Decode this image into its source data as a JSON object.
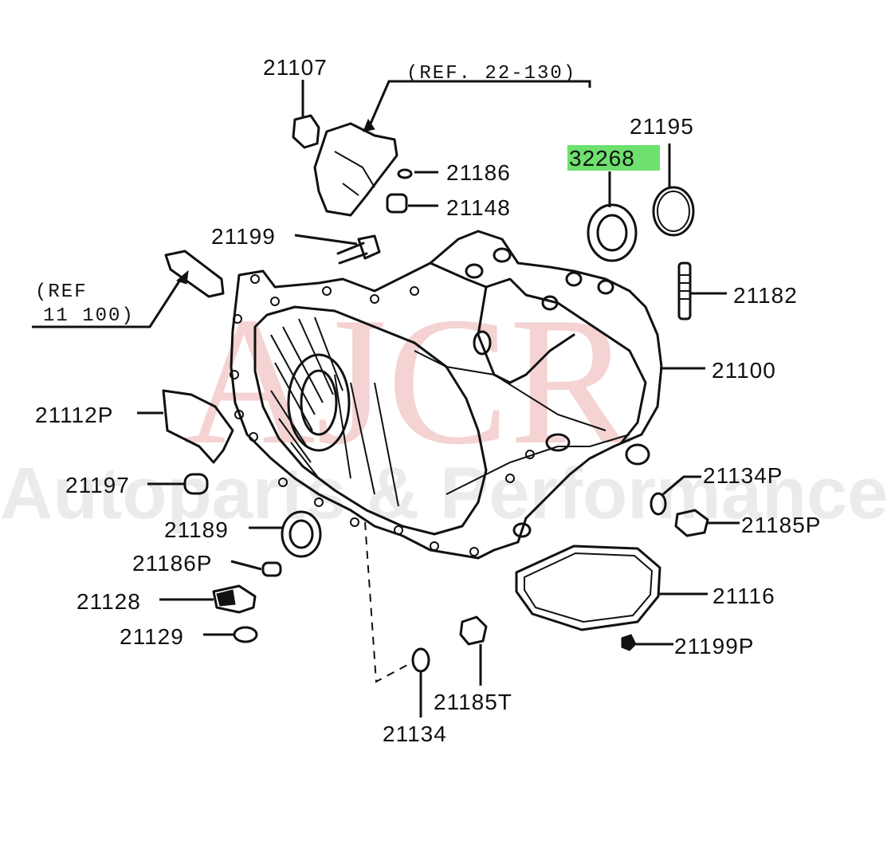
{
  "watermark": {
    "main": "AJCR",
    "tagline": "Autoparts & Performance"
  },
  "references": {
    "top": "(REF. 22-130)",
    "left_line1": "(REF",
    "left_line2": "11 100)"
  },
  "highlight_color": "#6ee06e",
  "parts": {
    "p21107": "21107",
    "p21186": "21186",
    "p21148": "21148",
    "p21195": "21195",
    "p32268": "32268",
    "p21199": "21199",
    "p21182": "21182",
    "p21100": "21100",
    "p21112p": "21112P",
    "p21134p": "21134P",
    "p21197": "21197",
    "p21185p": "21185P",
    "p21189": "21189",
    "p21186p": "21186P",
    "p21116": "21116",
    "p21128": "21128",
    "p21129": "21129",
    "p21199p": "21199P",
    "p21185t": "21185T",
    "p21134": "21134"
  },
  "highlighted_part": "32268"
}
